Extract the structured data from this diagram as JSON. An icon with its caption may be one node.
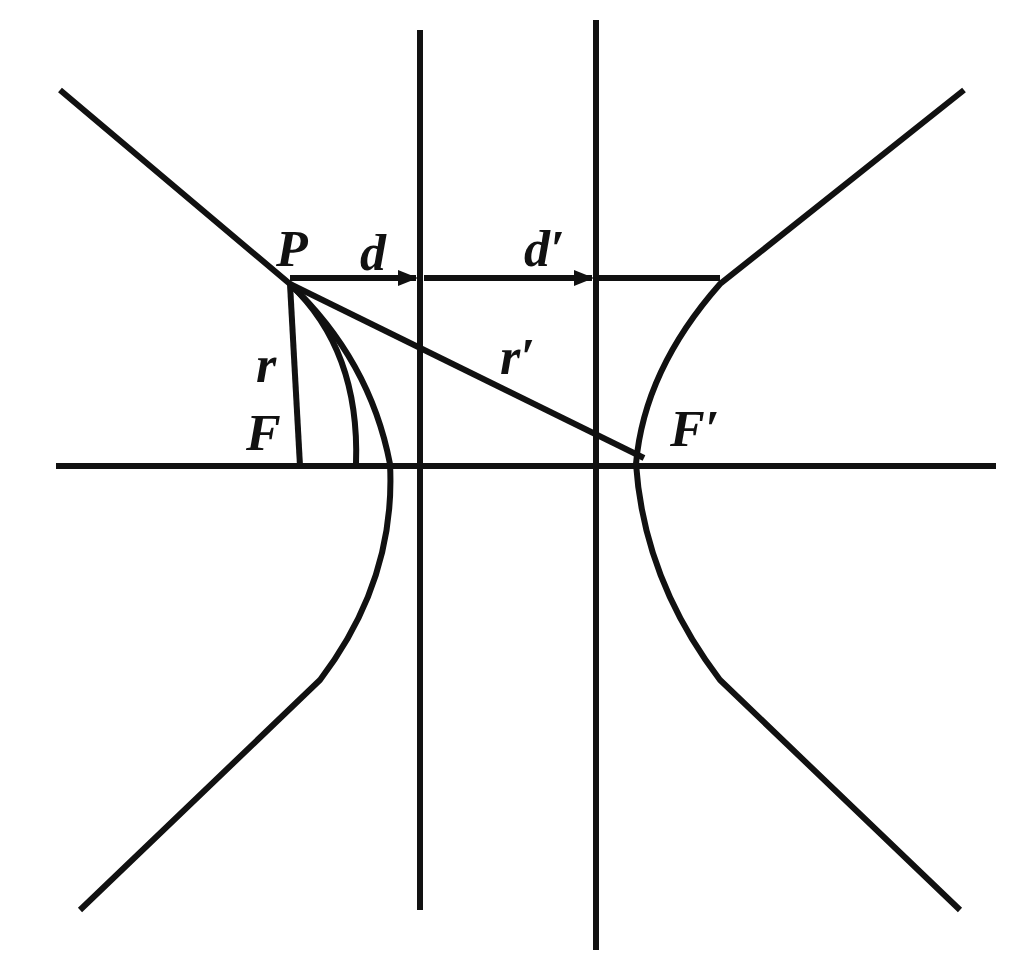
{
  "diagram": {
    "labels": [
      "P",
      "d",
      "d′",
      "r",
      "r′",
      "F",
      "F′"
    ]
  }
}
